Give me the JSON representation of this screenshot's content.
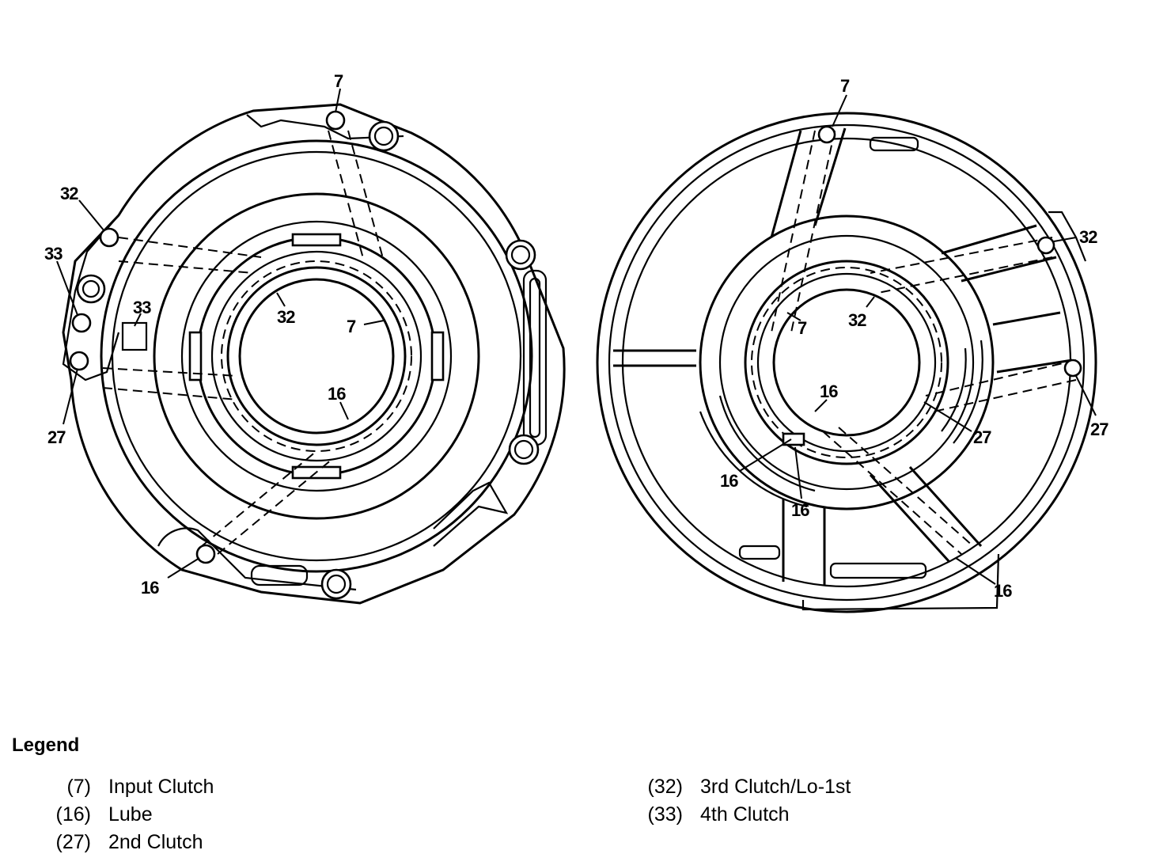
{
  "legend": {
    "title": "Legend",
    "items": [
      {
        "num": "(7)",
        "label": "Input Clutch"
      },
      {
        "num": "(16)",
        "label": "Lube"
      },
      {
        "num": "(27)",
        "label": "2nd Clutch"
      },
      {
        "num": "(32)",
        "label": "3rd Clutch/Lo-1st"
      },
      {
        "num": "(33)",
        "label": "4th Clutch"
      }
    ]
  },
  "callouts": {
    "left": {
      "top_7": "7",
      "c32_outer": "32",
      "c33_outer": "33",
      "c33_inner": "33",
      "c32_inner": "32",
      "c7_inner": "7",
      "c16_inner": "16",
      "c27": "27",
      "c16_bottom": "16"
    },
    "right": {
      "top_7": "7",
      "c32_outer": "32",
      "c7_inner": "7",
      "c32_inner": "32",
      "c16_inner": "16",
      "c27_inner": "27",
      "c27_outer": "27",
      "c16_left": "16",
      "c16_mid": "16",
      "c16_bottom": "16"
    }
  }
}
